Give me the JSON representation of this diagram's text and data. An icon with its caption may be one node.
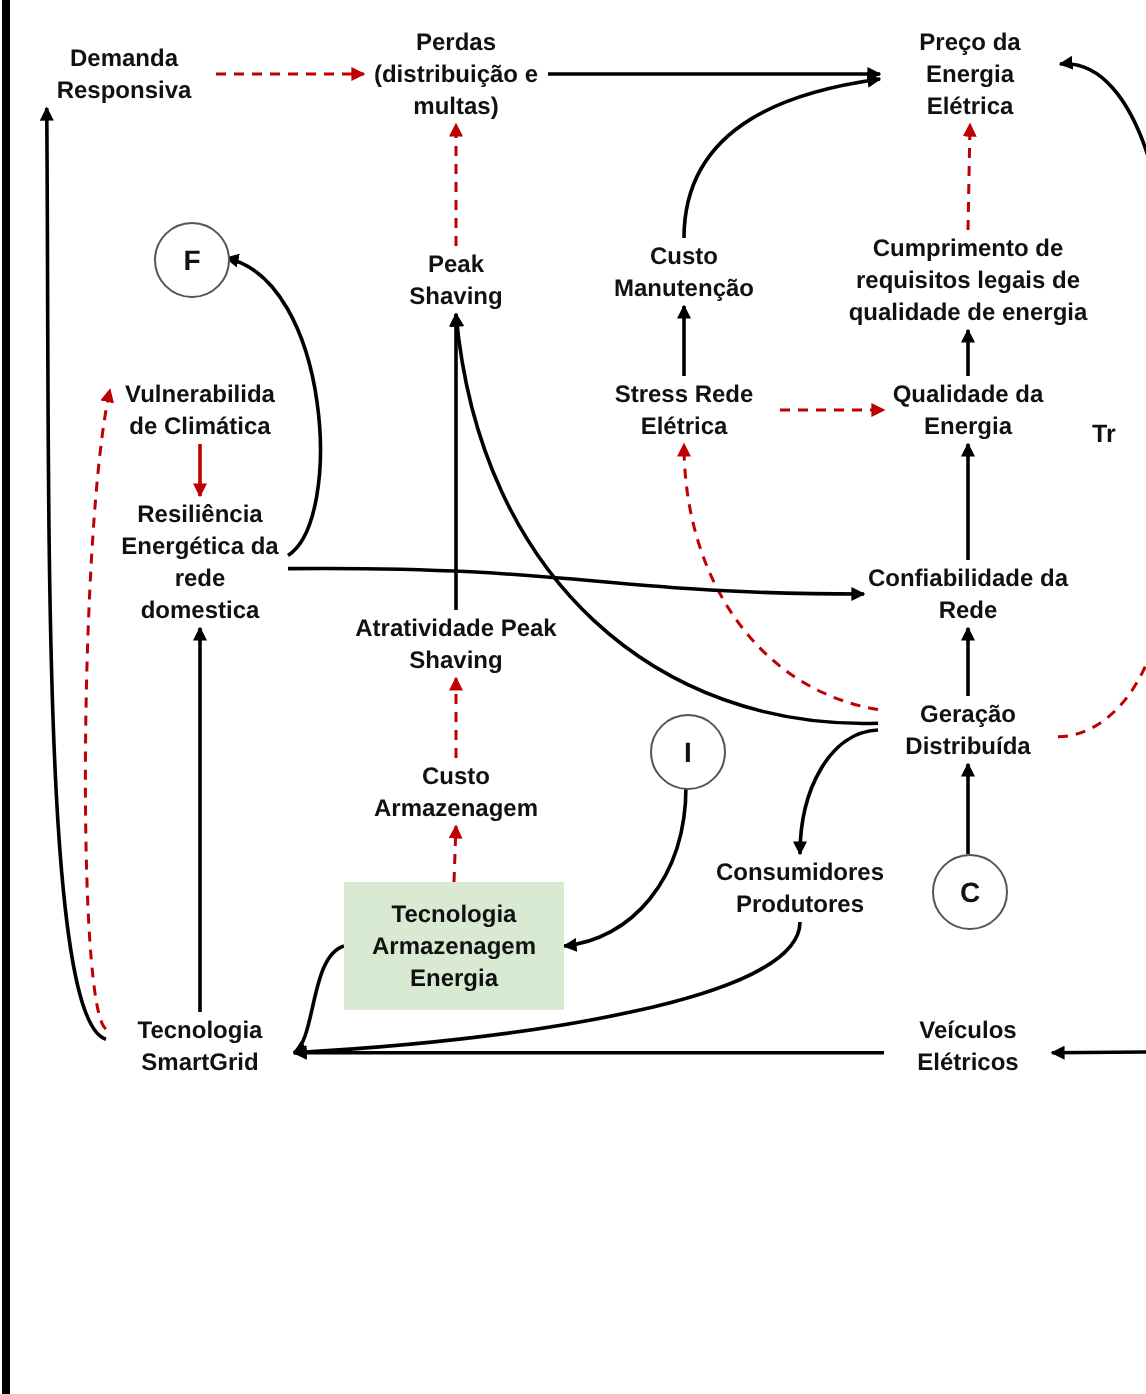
{
  "diagram": {
    "nodes": [
      {
        "text": [
          "Demanda Responsiva"
        ]
      },
      {
        "text": [
          "Perdas (distribuição e multas)"
        ]
      },
      {
        "text": [
          "Preço da Energia Elétrica"
        ]
      },
      {
        "text": [
          "F"
        ]
      },
      {
        "text": [
          "Peak Shaving"
        ]
      },
      {
        "text": [
          "Custo Manutenção"
        ]
      },
      {
        "text": [
          "Cumprimento de requisitos legais de qualidade de energia"
        ]
      },
      {
        "text": [
          "Vulnerabilida de Climática"
        ]
      },
      {
        "text": [
          "Stress Rede Elétrica"
        ]
      },
      {
        "text": [
          "Qualidade da Energia"
        ]
      },
      {
        "text": [
          "Resiliência Energética da rede domestica"
        ]
      },
      {
        "text": [
          "Confiabilidade da Rede"
        ]
      },
      {
        "text": [
          "Atratividade Peak Shaving"
        ]
      },
      {
        "text": [
          "Geração Distribuída"
        ]
      },
      {
        "text": [
          "I"
        ]
      },
      {
        "text": [
          "Custo Armazenagem"
        ]
      },
      {
        "text": [
          "Consumidores Produtores"
        ]
      },
      {
        "text": [
          "C"
        ]
      },
      {
        "text": [
          "Tecnologia Armazenagem Energia"
        ]
      },
      {
        "text": [
          "Tecnologia SmartGrid"
        ]
      },
      {
        "text": [
          "Veículos Elétricos"
        ]
      }
    ],
    "edges": [
      {
        "from": 0,
        "to": 1,
        "arrow": "to",
        "style": "dashed",
        "color": "#c00000"
      },
      {
        "from": 1,
        "to": 2,
        "arrow": "to"
      },
      {
        "from": 5,
        "to": 2,
        "arrow": "to"
      },
      {
        "from": 6,
        "to": 2,
        "arrow": "to",
        "style": "dashed",
        "color": "#c00000"
      },
      {
        "from": 4,
        "to": 1,
        "arrow": "to",
        "style": "dashed",
        "color": "#c00000"
      },
      {
        "from": null,
        "to": 2,
        "arrow": "to"
      },
      {
        "from": 8,
        "to": 5,
        "arrow": "to"
      },
      {
        "from": 9,
        "to": 6,
        "arrow": "to"
      },
      {
        "from": 8,
        "to": 9,
        "arrow": "to",
        "style": "dashed",
        "color": "#c00000"
      },
      {
        "from": 11,
        "to": 9,
        "arrow": "to"
      },
      {
        "from": 13,
        "to": 11,
        "arrow": "to"
      },
      {
        "from": 17,
        "to": 13,
        "arrow": "to"
      },
      {
        "from": 13,
        "to": 8,
        "arrow": "to",
        "style": "dashed",
        "color": "#c00000"
      },
      {
        "from": 13,
        "to": null,
        "arrow": "none",
        "style": "dashed",
        "color": "#c00000"
      },
      {
        "from": 13,
        "to": 4,
        "arrow": "to"
      },
      {
        "from": 12,
        "to": 4,
        "arrow": "to"
      },
      {
        "from": 13,
        "to": 16,
        "arrow": "to"
      },
      {
        "from": 10,
        "to": 11,
        "arrow": "to"
      },
      {
        "from": 10,
        "to": 3,
        "arrow": "to"
      },
      {
        "from": 7,
        "to": 10,
        "arrow": "to",
        "color": "#c00000"
      },
      {
        "from": 19,
        "to": 10,
        "arrow": "to"
      },
      {
        "from": 19,
        "to": 0,
        "arrow": "to"
      },
      {
        "from": 19,
        "to": 7,
        "arrow": "to",
        "style": "dashed",
        "color": "#c00000"
      },
      {
        "from": 15,
        "to": 12,
        "arrow": "to",
        "style": "dashed",
        "color": "#c00000"
      },
      {
        "from": 18,
        "to": 15,
        "arrow": "to",
        "style": "dashed",
        "color": "#c00000"
      },
      {
        "from": 14,
        "to": 18,
        "arrow": "to"
      },
      {
        "from": 18,
        "to": 19,
        "arrow": "to"
      },
      {
        "from": 16,
        "to": 19,
        "arrow": "to"
      },
      {
        "from": 20,
        "to": 19,
        "arrow": "to"
      },
      {
        "from": null,
        "to": 20,
        "arrow": "to"
      }
    ],
    "labels": [
      "Tr"
    ]
  }
}
